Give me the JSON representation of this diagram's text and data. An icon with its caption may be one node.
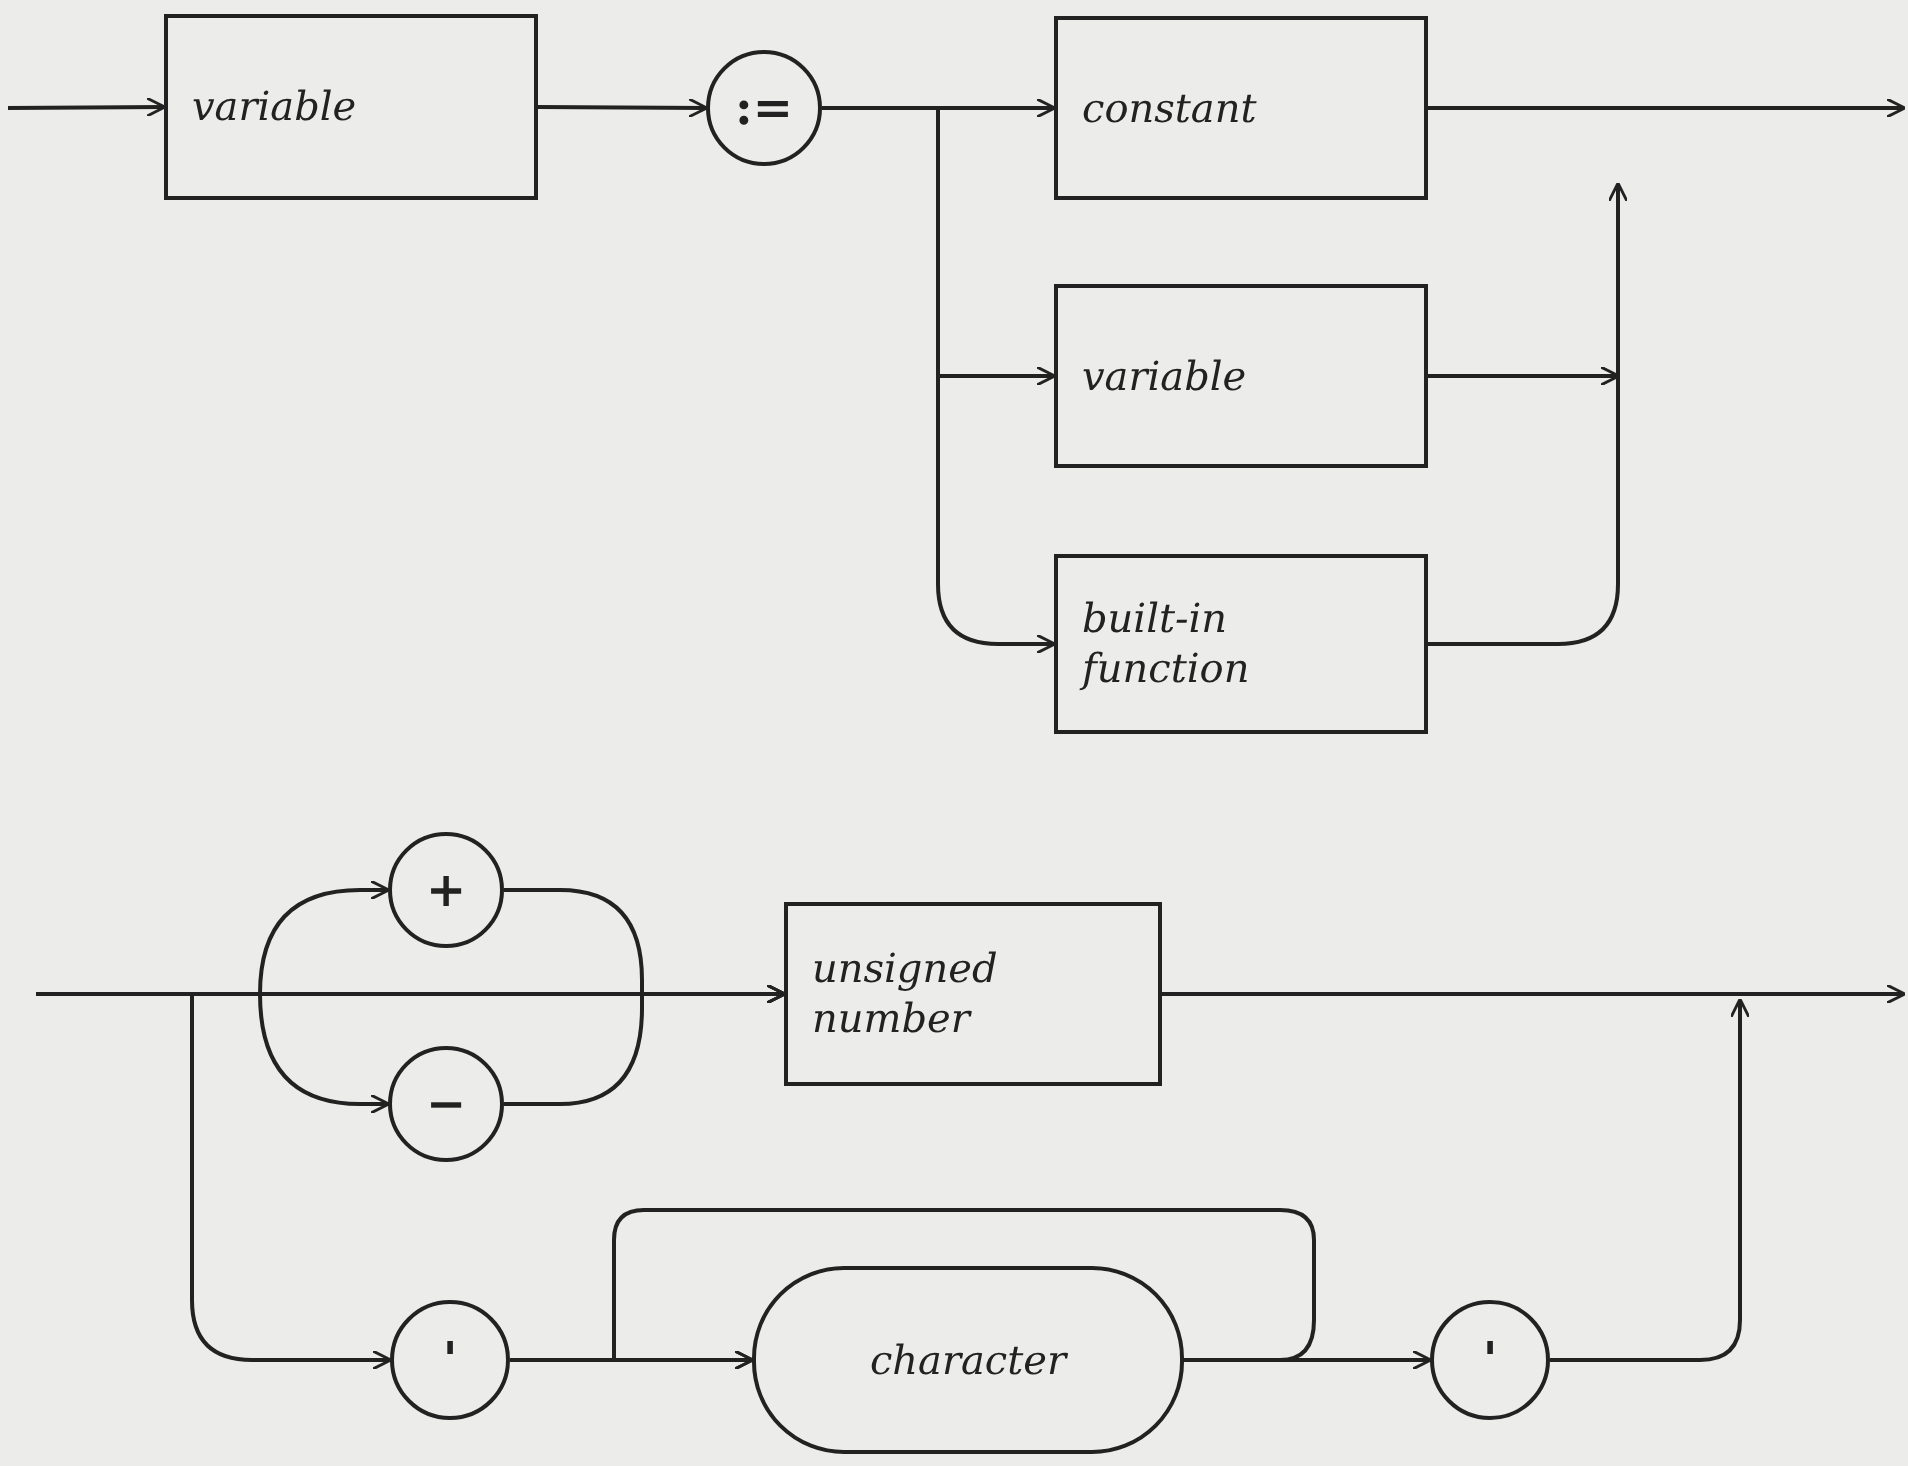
{
  "diagram": {
    "nodes": [
      {
        "text": [
          "variable"
        ]
      },
      {
        "text": [
          ":="
        ]
      },
      {
        "text": [
          "constant"
        ]
      },
      {
        "text": [
          "variable"
        ]
      },
      {
        "text": [
          "built-in function"
        ]
      },
      {
        "text": [
          "+"
        ]
      },
      {
        "text": [
          "−"
        ]
      },
      {
        "text": [
          "unsigned number"
        ]
      },
      {
        "text": [
          "'"
        ]
      },
      {
        "text": [
          "character"
        ]
      },
      {
        "text": [
          "'"
        ]
      }
    ],
    "edges": [
      {
        "from": null,
        "to": 0,
        "arrow": "to"
      },
      {
        "from": 0,
        "to": 1,
        "arrow": "to"
      },
      {
        "from": 1,
        "to": 2,
        "arrow": "to"
      },
      {
        "from": 1,
        "to": 3,
        "arrow": "to"
      },
      {
        "from": 1,
        "to": 4,
        "arrow": "to"
      },
      {
        "from": 2,
        "to": null,
        "arrow": "to"
      },
      {
        "from": 3,
        "to": null,
        "arrow": "to"
      },
      {
        "from": 4,
        "to": null,
        "arrow": "to"
      },
      {
        "from": null,
        "to": 5,
        "arrow": "to"
      },
      {
        "from": null,
        "to": 6,
        "arrow": "to"
      },
      {
        "from": null,
        "to": 7,
        "arrow": "to"
      },
      {
        "from": null,
        "to": 8,
        "arrow": "to"
      },
      {
        "from": 5,
        "to": 7,
        "arrow": "to"
      },
      {
        "from": 6,
        "to": 7,
        "arrow": "to"
      },
      {
        "from": 7,
        "to": null,
        "arrow": "to"
      },
      {
        "from": 8,
        "to": 9,
        "arrow": "to"
      },
      {
        "from": 9,
        "to": 10,
        "arrow": "to"
      },
      {
        "from": 9,
        "to": 9,
        "arrow": "to"
      },
      {
        "from": 10,
        "to": null,
        "arrow": "to"
      }
    ]
  }
}
